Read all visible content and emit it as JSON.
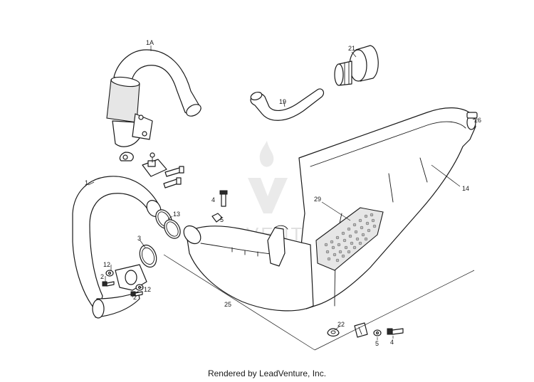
{
  "callouts": {
    "c1A": "1A",
    "c21": "21",
    "c19": "19",
    "c26": "26",
    "c14": "14",
    "c1": "1",
    "c4a": "4",
    "c5a": "5",
    "c13": "13",
    "c29": "29",
    "c3": "3",
    "c12a": "12",
    "c2a": "2",
    "c12b": "12",
    "c2b": "2",
    "c25": "25",
    "c22": "22",
    "c5b": "5",
    "c4b": "4"
  },
  "watermark": {
    "text": "LEADVENTURE"
  },
  "footer": {
    "text": "Rendered by LeadVenture, Inc."
  }
}
